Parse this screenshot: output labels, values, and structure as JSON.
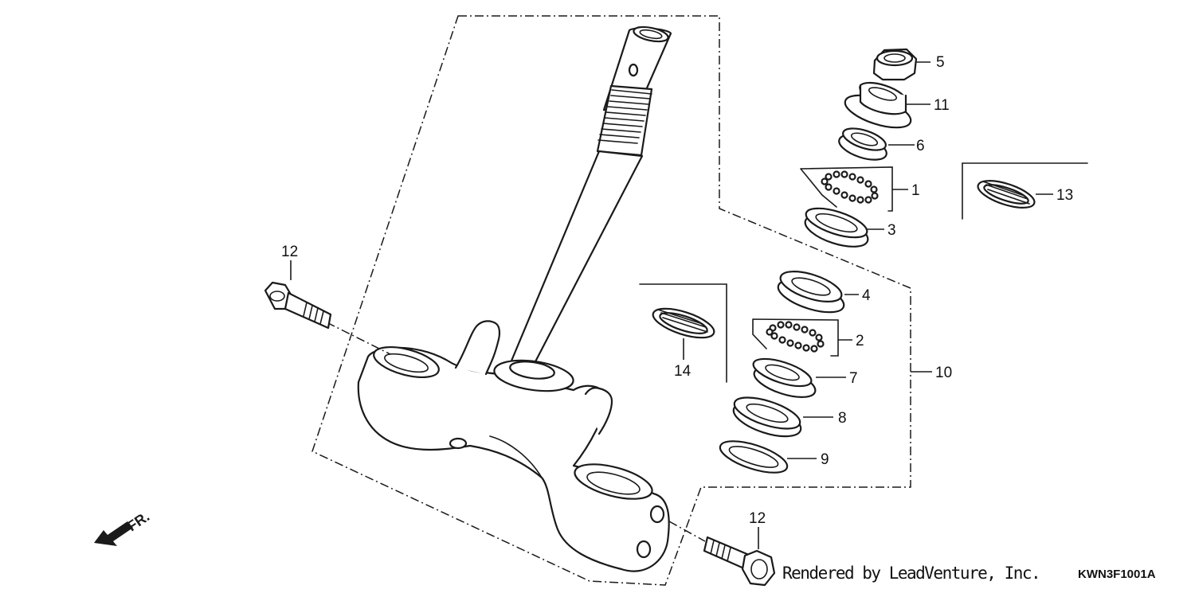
{
  "diagram": {
    "callouts": {
      "c1": "1",
      "c2": "2",
      "c3": "3",
      "c4": "4",
      "c5": "5",
      "c6": "6",
      "c7": "7",
      "c8": "8",
      "c9": "9",
      "c10": "10",
      "c11": "11",
      "c12a": "12",
      "c12b": "12",
      "c13": "13",
      "c14": "14"
    },
    "direction_label": "FR.",
    "credit": "Rendered by LeadVenture, Inc.",
    "diagram_code": "KWN3F1001A"
  }
}
